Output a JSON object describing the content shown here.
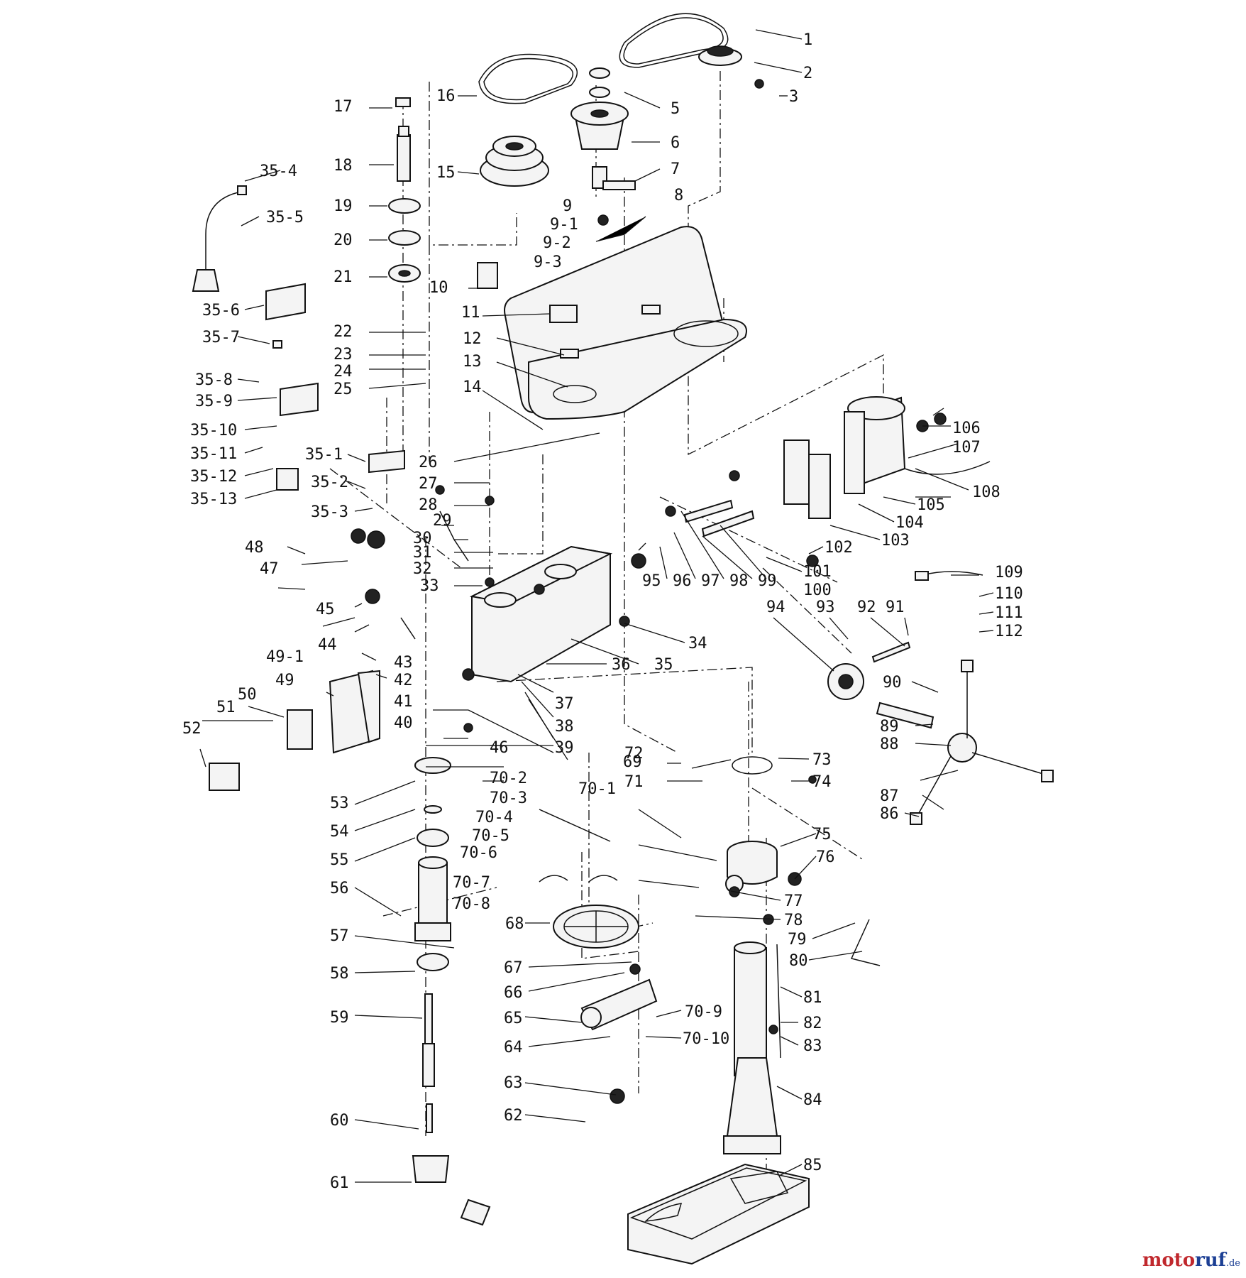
{
  "diagram": {
    "labels": [
      "1",
      "2",
      "3",
      "5",
      "6",
      "7",
      "8",
      "9",
      "9-1",
      "9-2",
      "9-3",
      "10",
      "11",
      "12",
      "13",
      "14",
      "15",
      "16",
      "17",
      "18",
      "19",
      "20",
      "21",
      "22",
      "23",
      "24",
      "25",
      "26",
      "27",
      "28",
      "29",
      "30",
      "31",
      "32",
      "33",
      "34",
      "35",
      "36",
      "37",
      "38",
      "39",
      "40",
      "41",
      "42",
      "43",
      "44",
      "45",
      "46",
      "47",
      "48",
      "49",
      "49-1",
      "50",
      "51",
      "52",
      "53",
      "54",
      "55",
      "56",
      "57",
      "58",
      "59",
      "60",
      "61",
      "62",
      "63",
      "64",
      "65",
      "66",
      "67",
      "68",
      "69",
      "70-1",
      "70-2",
      "70-3",
      "70-4",
      "70-5",
      "70-6",
      "70-7",
      "70-8",
      "70-9",
      "70-10",
      "71",
      "72",
      "73",
      "74",
      "75",
      "76",
      "77",
      "78",
      "79",
      "80",
      "81",
      "82",
      "83",
      "84",
      "85",
      "86",
      "87",
      "88",
      "89",
      "90",
      "91",
      "92",
      "93",
      "94",
      "95",
      "96",
      "97",
      "98",
      "99",
      "100",
      "101",
      "102",
      "103",
      "104",
      "105",
      "106",
      "107",
      "108",
      "109",
      "110",
      "111",
      "112",
      "35-1",
      "35-2",
      "35-3",
      "35-4",
      "35-5",
      "35-6",
      "35-7",
      "35-8",
      "35-9",
      "35-10",
      "35-11",
      "35-12",
      "35-13"
    ]
  },
  "watermark": {
    "part1": "moto",
    "part2": "ruf",
    "part3": ".de"
  }
}
